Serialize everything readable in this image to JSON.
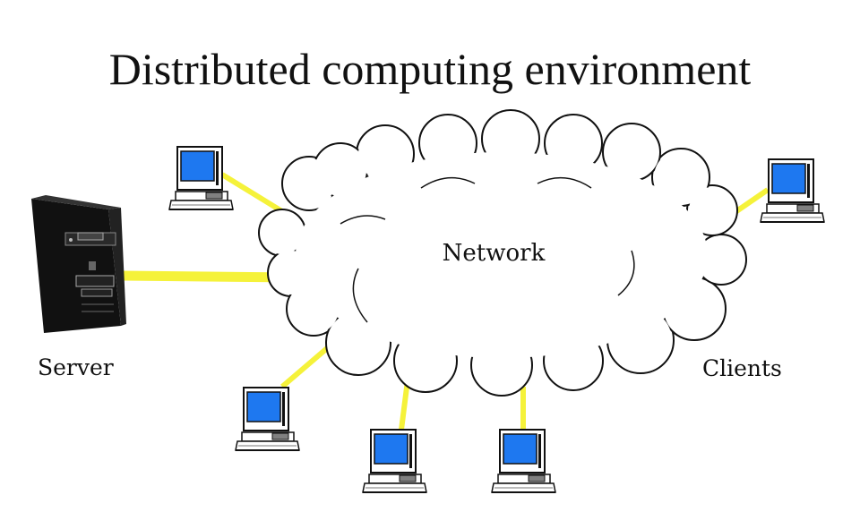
{
  "title": "Distributed computing environment",
  "labels": {
    "network": "Network",
    "server": "Server",
    "clients": "Clients"
  },
  "nodes": [
    {
      "name": "server",
      "icon": "server-tower-icon"
    },
    {
      "name": "client-top-left",
      "icon": "desktop-computer-icon"
    },
    {
      "name": "client-right",
      "icon": "desktop-computer-icon"
    },
    {
      "name": "client-bottom-left",
      "icon": "desktop-computer-icon"
    },
    {
      "name": "client-bottom-middle",
      "icon": "desktop-computer-icon"
    },
    {
      "name": "client-bottom-right",
      "icon": "desktop-computer-icon"
    }
  ],
  "colors": {
    "link": "#f5f23a",
    "screen": "#1e78f0",
    "outline": "#111111",
    "background": "#ffffff"
  }
}
